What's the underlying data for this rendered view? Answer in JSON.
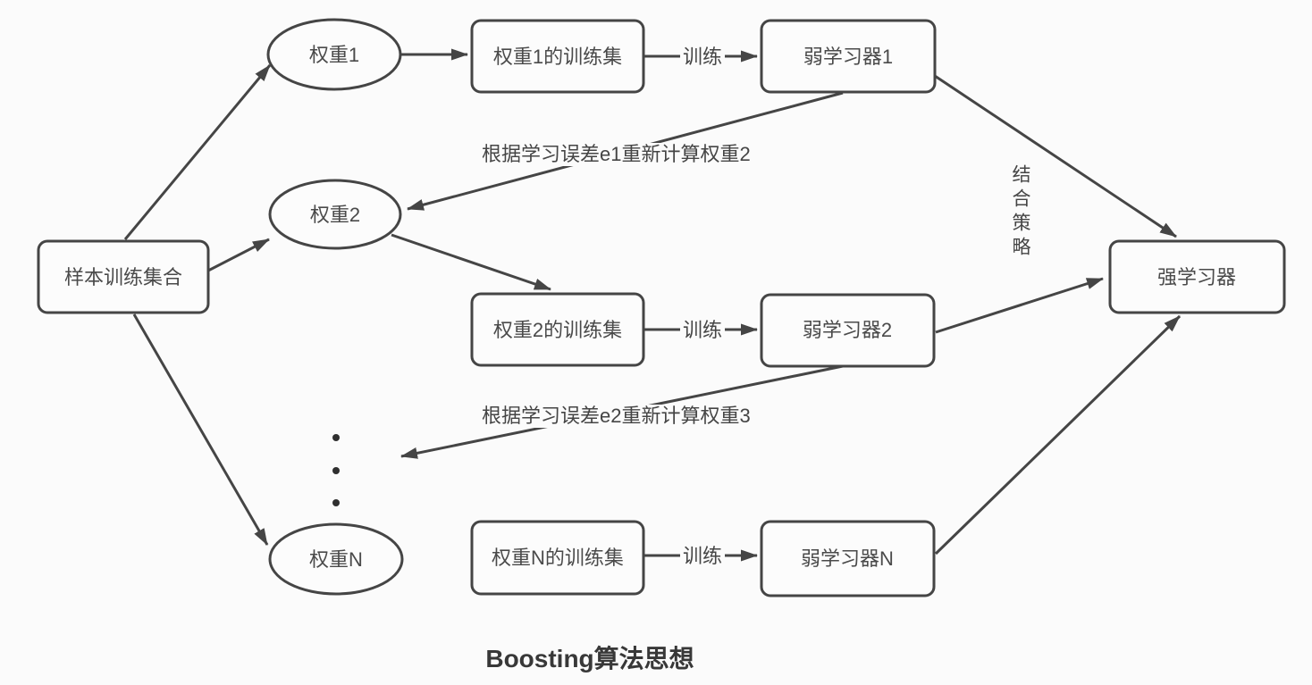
{
  "title": "Boosting算法思想",
  "colors": {
    "background": "#fbfbfb",
    "stroke": "#454545",
    "node_text": "#4a4a4a",
    "title_text": "#383838"
  },
  "nodes": {
    "sample_set": {
      "label": "样本训练集合"
    },
    "weight_1": {
      "label": "权重1"
    },
    "weight_2": {
      "label": "权重2"
    },
    "weight_n": {
      "label": "权重N"
    },
    "trainset_1": {
      "label": "权重1的训练集"
    },
    "trainset_2": {
      "label": "权重2的训练集"
    },
    "trainset_n": {
      "label": "权重N的训练集"
    },
    "weak_learner_1": {
      "label": "弱学习器1"
    },
    "weak_learner_2": {
      "label": "弱学习器2"
    },
    "weak_learner_n": {
      "label": "弱学习器N"
    },
    "strong_learner": {
      "label": "强学习器"
    }
  },
  "edge_labels": {
    "train": "训练",
    "recalc_weight_2": "根据学习误差e1重新计算权重2",
    "recalc_weight_3": "根据学习误差e2重新计算权重3",
    "combine_strategy": "结合策略"
  }
}
